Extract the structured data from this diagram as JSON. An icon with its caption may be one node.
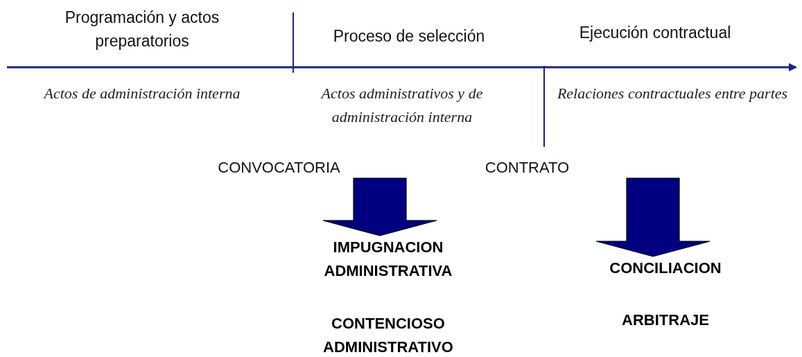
{
  "diagram": {
    "nodes": [
      {
        "text": [
          "CONVOCATORIA"
        ]
      },
      {
        "text": [
          "IMPUGNACION ADMINISTRATIVA"
        ]
      },
      {
        "text": [
          "CONTENCIOSO ADMINISTRATIVO"
        ]
      },
      {
        "text": [
          "CONTRATO"
        ]
      },
      {
        "text": [
          "CONCILIACION"
        ]
      },
      {
        "text": [
          "ARBITRAJE"
        ]
      }
    ],
    "edges": [
      {
        "from": 0,
        "to": 1,
        "arrow": "to"
      },
      {
        "from": 3,
        "to": 4,
        "arrow": "to"
      }
    ],
    "labels": [
      "Programación y actos preparatorios",
      "Proceso de selección",
      "Ejecución contractual",
      "Actos de administración interna",
      "Actos administrativos y de administración interna",
      "Relaciones contractuales entre partes"
    ]
  }
}
